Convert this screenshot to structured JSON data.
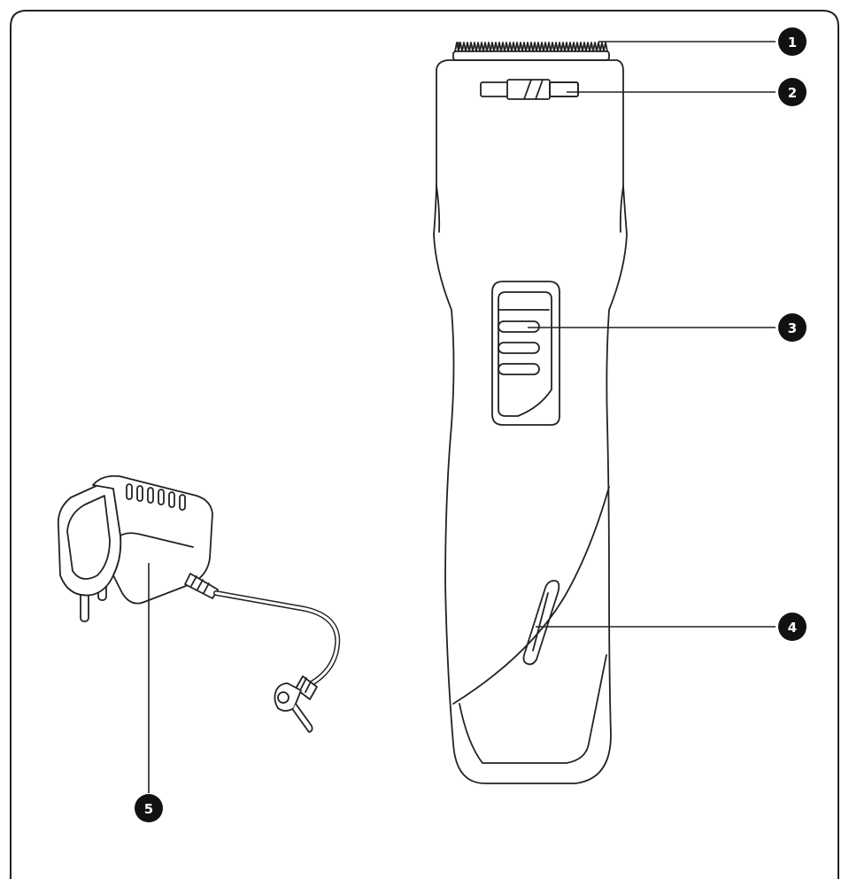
{
  "diagram": {
    "items": [
      {
        "id": "trimmer-blade",
        "number": "1"
      },
      {
        "id": "cutting-length-adjuster",
        "number": "2"
      },
      {
        "id": "power-switch",
        "number": "3"
      },
      {
        "id": "charging-indicator",
        "number": "4"
      },
      {
        "id": "power-adapter",
        "number": "5"
      }
    ],
    "colors": {
      "line": "#222222",
      "callout_fill": "#111111",
      "callout_text": "#ffffff",
      "background": "#ffffff"
    }
  }
}
